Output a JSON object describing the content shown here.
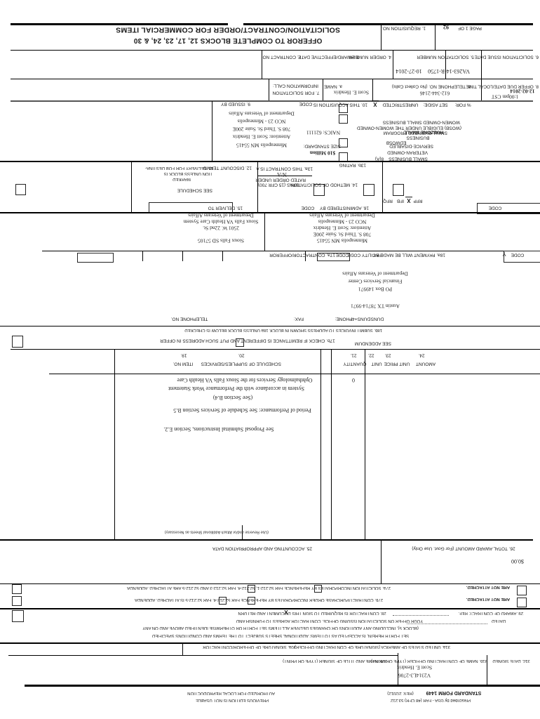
{
  "header": {
    "title1": "SOLICITATION/CONTRACT/ORDER FOR COMMERCIAL ITEMS",
    "title2": "OFFEROR TO COMPLETE BLOCKS 12, 17, 23, 24, & 30",
    "requisition_label": "1. REQUISITION NO.",
    "page_label": "PAGE 1 OF",
    "page_total": "92"
  },
  "row2": {
    "contract_label": "2. CONTRACT NO.",
    "award_label": "3. AWARD/EFFECTIVE DATE",
    "order_label": "4. ORDER NUMBER",
    "sol_num_label": "5. SOLICITATION NUMBER",
    "sol_date_label": "6. SOLICITATION ISSUE DATE",
    "sol_date_value": "10-27-2014",
    "sol_num_value": "VA263-14-R-1750"
  },
  "row3": {
    "info_call1": "INFORMATION CALL:",
    "info_call2": "7. FOR SOLICITATION",
    "name_label": "a. NAME",
    "name_value": "Scott E. Hendrix",
    "tel_label": "b. TELEPHONE NO. (No Collect Calls)",
    "tel_value": "612-344-2146",
    "due_label": "8. OFFER DUE DATE/LOCAL TIME",
    "due_date": "12-02-2014",
    "due_time": "1:00pm CST"
  },
  "b9": {
    "label": "9. ISSUED BY",
    "code_label": "CODE",
    "addr": [
      "Department of Veterans Affairs",
      "NCO 23 - Minneapolis",
      "708 S. Third St. Suite 200E",
      "Attention: Scott E. Hendrix",
      "Minneapolis MN 55415"
    ]
  },
  "b10": {
    "label": "10. THIS ACQUISITION IS",
    "unrestricted": "UNRESTRICTED",
    "x_mark": "X",
    "set_aside": "SET ASIDE:",
    "pct": "% FOR:",
    "naics_label": "NAICS: 621111",
    "size_label": "SIZE STANDARD:",
    "size_value": "$10 Million",
    "sb1": "WOMEN-OWNED SMALL BUSINESS",
    "sb2": "(WOSB) ELIGIBLE UNDER THE WOMEN-OWNED",
    "sb3": "SMALL BUSINESS PROGRAM",
    "sb3b": "HUBZONE SMALL",
    "sb4": "BUSINESS",
    "sb5": "EDWOSB",
    "sb6": "SERVICE-DISABLED",
    "sb7": "VETERAN-OWNED",
    "sb8": "SMALL BUSINESS",
    "sb9": "8(A)"
  },
  "b11": {
    "l1": "11. DELIVERY FOR FOB DESTINA-",
    "l2": "TION UNLESS BLOCK IS",
    "l3": "MARKED",
    "see_schedule": "SEE SCHEDULE"
  },
  "b12": {
    "label": "12. DISCOUNT TERMS"
  },
  "b13": {
    "a1": "13a. THIS CONTRACT IS A",
    "na": "N/A",
    "a2": "RATED ORDER UNDER",
    "a3": "DPAS (15 CFR 700)",
    "b_label": "13b. RATING"
  },
  "b14": {
    "label": "14. METHOD OF SOLICITATION",
    "rfq": "RFQ",
    "ifb": "IFB",
    "x_mark": "X",
    "rfp": "RFP"
  },
  "b15": {
    "label": "15. DELIVER TO",
    "code_label": "CODE",
    "addr": [
      "Department of Veterans Affairs",
      "Sioux Falls VA Health Care System",
      "2501 W. 22nd St.",
      "Sioux Falls SD 57105"
    ]
  },
  "b16": {
    "label": "16. ADMINISTERED BY",
    "code_label": "CODE",
    "addr": [
      "Department of Veterans Affairs",
      "NCO 23 - Minneapolis",
      "Attention: Scott E. Hendrix",
      "708 S. Third St. Suite 200E",
      "Minneapolis MN 55415"
    ]
  },
  "b17": {
    "a_label": "17a. CONTRACTOR/OFFEROR",
    "code_label": "CODE",
    "facility_label": "FACILITY CODE",
    "tel_label": "TELEPHONE NO.",
    "b_label": "17b. CHECK IF REMITTANCE IS DIFFERENT AND PUT SUCH ADDRESS IN OFFER"
  },
  "b18": {
    "a_label": "18a. PAYMENT WILL BE MADE BY",
    "code_label": "CODE",
    "y_mark": "Y",
    "addr": [
      "Department of Veterans Affairs",
      "Financial Services Center",
      "PO Box 149971",
      "Austin TX 78714-9971"
    ],
    "fax": "FAX:",
    "phone": "PHONE:",
    "duns4": "DUNS+4:",
    "duns": "DUNS:",
    "b_label": "18b. SUBMIT INVOICES TO ADDRESS SHOWN IN BLOCK 18a UNLESS BLOCK BELOW IS CHECKED",
    "see_addendum": "SEE ADDENDUM"
  },
  "table": {
    "h19a": "19.",
    "h19b": "ITEM NO.",
    "h20a": "20.",
    "h20b": "SCHEDULE OF SUPPLIES/SERVICES",
    "h21a": "21.",
    "h21b": "QUANTITY",
    "h22a": "22.",
    "h22b": "UNIT",
    "h23a": "23.",
    "h23b": "UNIT PRICE",
    "h24a": "24.",
    "h24b": "AMOUNT",
    "qty": "0",
    "r1": "Ophthalmology Services for the Sioux Falls VA Health Care",
    "r2": "System in accordance with the Performance Work Statement",
    "r3": "(See Section B.4)",
    "r4": "Period of Performance: See Schedule of Services Section B.5",
    "r5": "See Proposal Submittal Instructions, Section E.2.",
    "use_reverse": "(Use Reverse and/or Attach Additional Sheets as Necessary)"
  },
  "b25": {
    "label": "25. ACCOUNTING AND APPROPRIATION DATA"
  },
  "b26": {
    "label": "26. TOTAL AWARD AMOUNT (For Govt. Use Only)",
    "amount": "$0.00"
  },
  "b27": {
    "a_label": "27a. SOLICITATION INCORPORATES BY REFERENCE FAR 52.212-1, 52.212-4. FAR 52.212-3 AND 52.212-5 ARE ATTACHED. ADDENDA",
    "a_right": "ARE NOT ATTACHED.",
    "b_label": "27b. CONTRACT/PURCHASE ORDER INCORPORATES BY REFERENCE FAR 52.212-4. FAR 52.212-5 IS ATTACHED. ADDENDA",
    "b_right": "ARE NOT ATTACHED."
  },
  "b28_29": {
    "l1a": "28. CONTRACTOR IS REQUIRED TO SIGN THIS DOCUMENT AND RETURN",
    "x_mark": "X",
    "l1b": "29. AWARD OF CONTRACT: REF.",
    "dated": "DATED",
    "l2": "YOUR OFFER ON SOLICITATION ISSUING OFFICE. CONTRACTOR AGREES TO FURNISH AND",
    "l3": "(BLOCK 5), INCLUDING ANY ADDITIONS OR CHANGES DELIVER ALL ITEMS SET FORTH OR OTHERWISE IDENTIFIED ABOVE AND ON ANY",
    "l4": "SET FORTH HEREIN, IS ACCEPTED AS TO ITEMS: ADDITIONAL SHEETS SUBJECT TO THE TERMS AND CONDITIONS SPECIFIED"
  },
  "b30_31": {
    "a30": "30a. SIGNATURE OF OFFEROR/CONTRACTOR",
    "a31": "31a. UNITED STATES OF AMERICA (SIGNATURE OF CONTRACTING OFFICER)",
    "b30": "30b. NAME AND TITLE OF SIGNER (TYPE OR PRINT)",
    "b31": "31b. NAME OF CONTRACTING OFFICER (TYPE OR PRINT)",
    "c31": "31c. DATE SIGNED",
    "ko_name": "Scott E. Hendrix",
    "ko_num": "V2314L3-2706"
  },
  "footer": {
    "f1": "AUTHORIZED FOR LOCAL REPRODUCTION",
    "f2": "PREVIOUS EDITION IS NOT USABLE",
    "f3": "(REV. 2/2012)",
    "f4": "STANDARD FORM 1449",
    "f5": "Prescribed by GSA - FAR (48 CFR) 53.212"
  }
}
